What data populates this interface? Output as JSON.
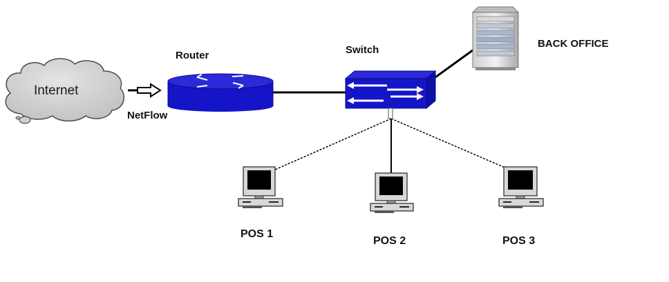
{
  "labels": {
    "internet": "Internet",
    "netflow": "NetFlow",
    "router": "Router",
    "switch": "Switch",
    "back_office": "BACK OFFICE",
    "pos1": "POS 1",
    "pos2": "POS 2",
    "pos3": "POS 3"
  },
  "icons": {
    "internet": "cloud-icon",
    "router": "router-icon",
    "switch": "switch-icon",
    "back_office": "server-icon",
    "pos": "desktop-computer-icon"
  },
  "colors": {
    "device_blue": "#1515c8",
    "device_blue_dark": "#0b0b8c",
    "link": "#000000",
    "cloud_fill": "#d4d4d4",
    "monitor_screen": "#000000",
    "text": "#111111"
  }
}
